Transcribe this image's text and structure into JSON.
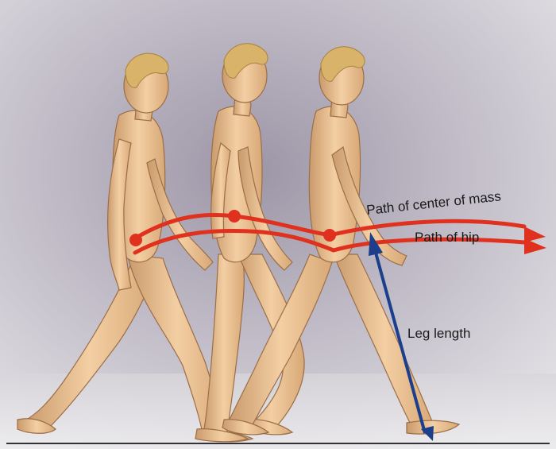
{
  "labels": {
    "center_of_mass": "Path of center of mass",
    "hip": "Path of hip",
    "leg_length": "Leg length"
  },
  "colors": {
    "path": "#e0301e",
    "arrow": "#1c3f8c",
    "skin": "#efc79b",
    "hair": "#d9b36a",
    "background": "#c9c5cf"
  },
  "figures": [
    "walker-back",
    "walker-middle",
    "walker-front"
  ]
}
